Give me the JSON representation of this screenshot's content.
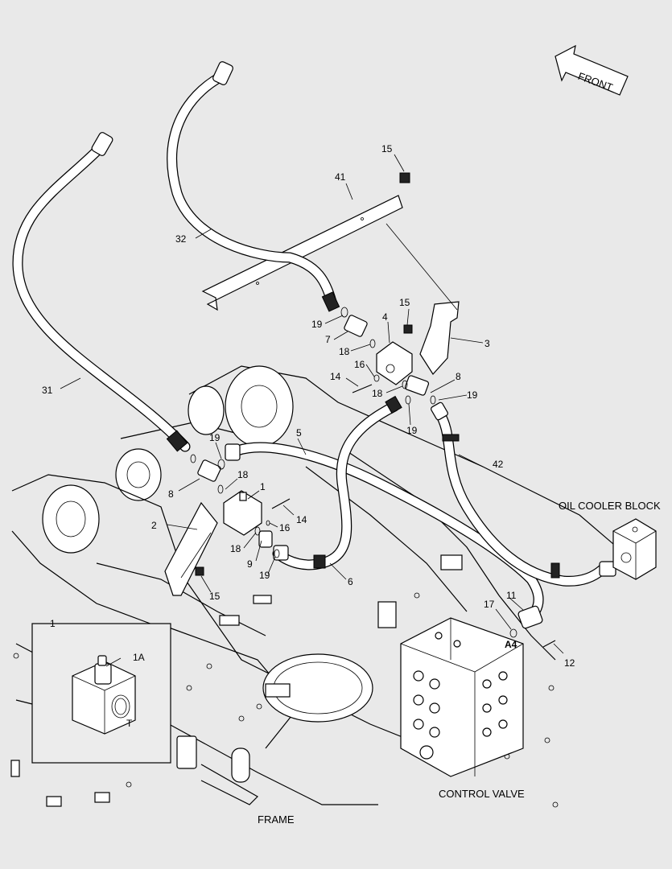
{
  "captions": {
    "front": "FRONT",
    "oil_cooler_block": "OIL COOLER BLOCK",
    "control_valve": "CONTROL VALVE",
    "frame": "FRAME",
    "port_a4": "A4",
    "port_t": "T"
  },
  "callouts": {
    "p1": "1",
    "p1a": "1A",
    "p1_detail": "1",
    "p2": "2",
    "p3": "3",
    "p4": "4",
    "p6": "6",
    "p5": "5",
    "p7": "7",
    "p8a": "8",
    "p8b": "8",
    "p9": "9",
    "p11": "11",
    "p12": "12",
    "p14a": "14",
    "p14b": "14",
    "p15a": "15",
    "p15b": "15",
    "p15c": "15",
    "p16a": "16",
    "p16b": "16",
    "p17": "17",
    "p18a": "18",
    "p18b": "18",
    "p18c": "18",
    "p18d": "18",
    "p19a": "19",
    "p19b": "19",
    "p19c": "19",
    "p19d": "19",
    "p19e": "19",
    "p31": "31",
    "p32": "32",
    "p41": "41",
    "p42": "42"
  }
}
